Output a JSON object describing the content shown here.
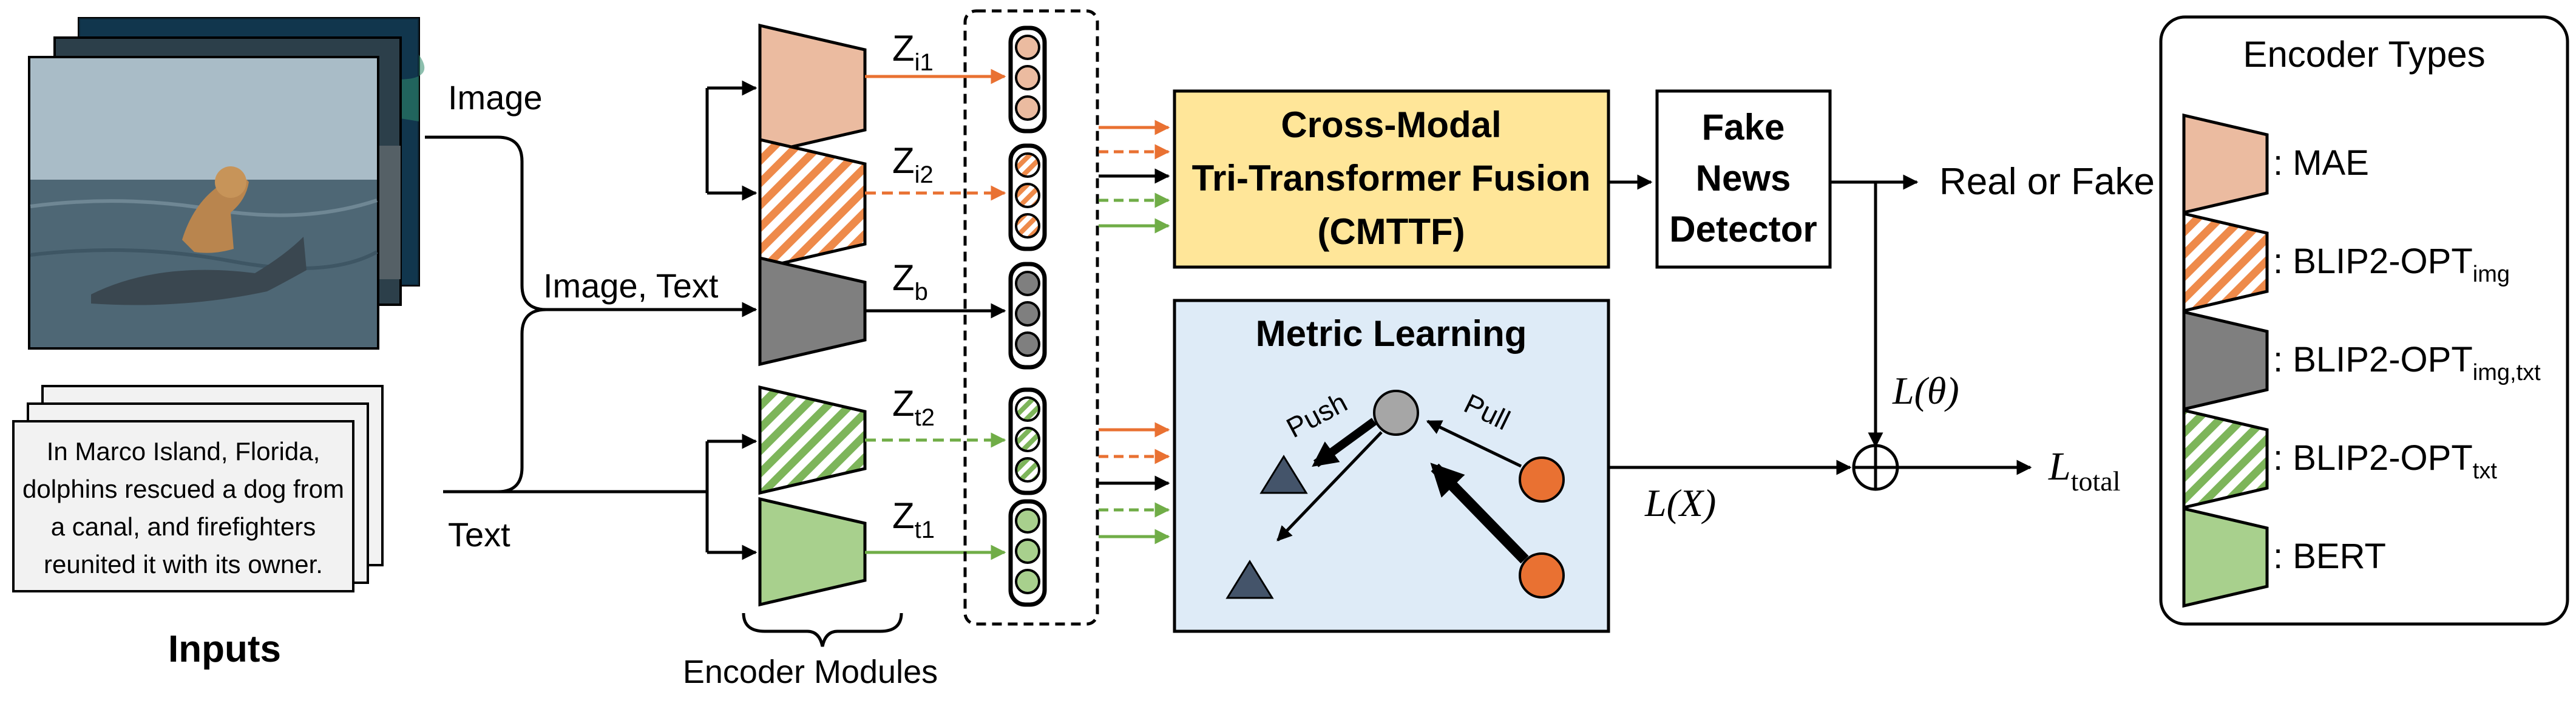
{
  "inputs": {
    "caption": "Inputs",
    "text_lines": [
      "In Marco Island, Florida,",
      "dolphins rescued a dog from",
      "a canal, and firefighters",
      "reunited it with its owner."
    ],
    "photo_icon": "photo-dog-riding-dolphin-icon"
  },
  "flow_labels": {
    "image": "Image",
    "image_text": "Image, Text",
    "text": "Text"
  },
  "encoders": {
    "caption": "Encoder Modules",
    "items": [
      {
        "id": "mae",
        "z": "Z",
        "sub": "i1",
        "color": "#EBBBA0"
      },
      {
        "id": "blip2-img",
        "z": "Z",
        "sub": "i2",
        "color": "#EE8A4A"
      },
      {
        "id": "blip2-img-txt",
        "z": "Z",
        "sub": "b",
        "color": "#7F7F7F"
      },
      {
        "id": "blip2-txt",
        "z": "Z",
        "sub": "t2",
        "color": "#7DB55A"
      },
      {
        "id": "bert",
        "z": "Z",
        "sub": "t1",
        "color": "#A8D08D"
      }
    ]
  },
  "cmttf": {
    "line1": "Cross-Modal",
    "line2": "Tri-Transformer Fusion",
    "line3": "(CMTTF)",
    "fill": "#FFE699"
  },
  "detector": {
    "line1": "Fake",
    "line2": "News",
    "line3": "Detector"
  },
  "output_label": "Real or Fake",
  "metric": {
    "title": "Metric Learning",
    "push": "Push",
    "pull": "Pull",
    "fill": "#DEEBF7"
  },
  "losses": {
    "theta": "L(θ)",
    "x": "L(X)",
    "total_main": "L",
    "total_sub": "total"
  },
  "legend": {
    "title": "Encoder Types",
    "items": [
      {
        "label": ": MAE",
        "sub": ""
      },
      {
        "label": ": BLIP2-OPT",
        "sub": "img"
      },
      {
        "label": ": BLIP2-OPT",
        "sub": "img,txt"
      },
      {
        "label": ": BLIP2-OPT",
        "sub": "txt"
      },
      {
        "label": ": BERT",
        "sub": ""
      }
    ]
  },
  "colors": {
    "orange": "#E97132",
    "green": "#70AD47",
    "slate": "#44546A",
    "grey_circle": "#A6A6A6"
  }
}
